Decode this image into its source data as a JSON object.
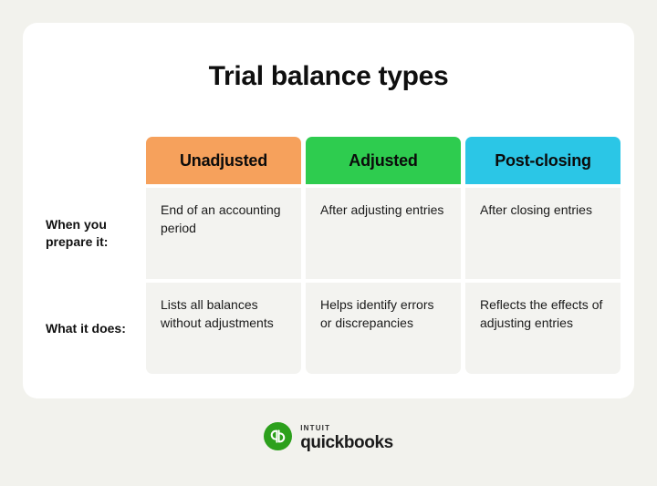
{
  "page": {
    "background_color": "#f2f2ed",
    "card_color": "#ffffff"
  },
  "title": "Trial balance types",
  "table": {
    "corner_label": "",
    "columns": [
      {
        "label": "Unadjusted",
        "color": "#f6a15c",
        "name": "unadjusted"
      },
      {
        "label": "Adjusted",
        "color": "#2ecc4f",
        "name": "adjusted"
      },
      {
        "label": "Post-closing",
        "color": "#2bc6e6",
        "name": "post-closing"
      }
    ],
    "rows": [
      {
        "label": "When you prepare it:",
        "cells": [
          "End of an accounting period",
          "After adjusting entries",
          "After closing entries"
        ]
      },
      {
        "label": "What it does:",
        "cells": [
          "Lists all balances without adjustments",
          "Helps identify errors or discrepancies",
          "Reflects the effects of adjusting entries"
        ]
      }
    ]
  },
  "footer": {
    "logo_icon": "quickbooks-qb-monogram-icon",
    "brand_primary": "intuit",
    "brand_secondary": "quickbooks",
    "brand_color": "#2ca01c"
  }
}
